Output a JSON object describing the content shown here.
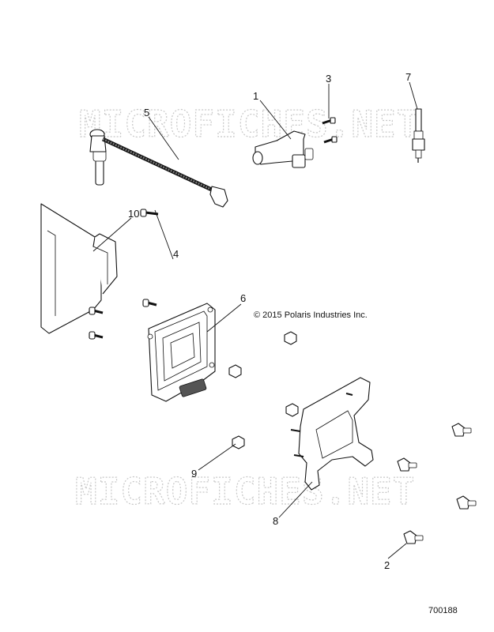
{
  "watermark_text": "MICROFICHES.NET",
  "copyright": "© 2015 Polaris Industries Inc.",
  "diagram_id": "700188",
  "callouts": [
    "1",
    "2",
    "3",
    "4",
    "5",
    "6",
    "7",
    "8",
    "9",
    "10"
  ]
}
